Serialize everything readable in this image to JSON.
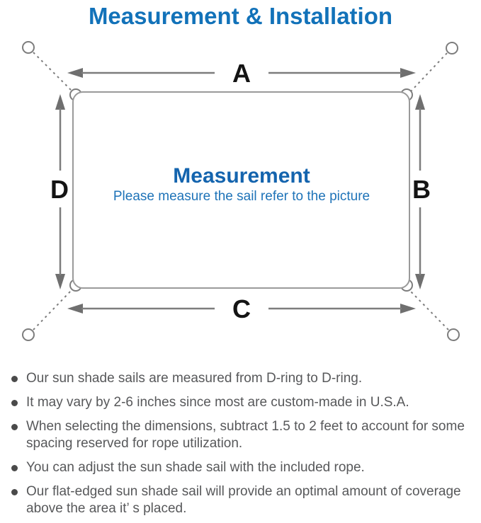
{
  "header": {
    "title": "Measurement & Installation"
  },
  "diagram": {
    "labels": {
      "top": "A",
      "right": "B",
      "bottom": "C",
      "left": "D"
    },
    "center_title": "Measurement",
    "center_subtitle": "Please measure the sail refer to the picture"
  },
  "bullets": [
    "Our sun shade sails are measured from D-ring to D-ring.",
    "It may vary by 2-6 inches since most are custom-made in U.S.A.",
    "When selecting the dimensions, subtract 1.5 to 2 feet to account for some spacing reserved for rope utilization.",
    "You can adjust the sun shade sail with the included rope.",
    "Our flat-edged sun shade sail will provide an optimal amount of coverage above the area it’ s placed."
  ],
  "colors": {
    "accent_blue": "#1272b9",
    "center_blue": "#1464ae",
    "line_gray": "#7d7d7d",
    "border_gray": "#9a9a9a",
    "text_gray": "#57585a",
    "label_black": "#141414"
  }
}
